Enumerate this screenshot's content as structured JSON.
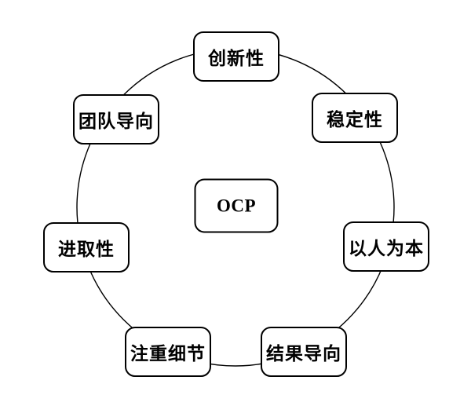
{
  "diagram": {
    "center": {
      "label": "OCP"
    },
    "nodes": [
      {
        "label": "创新性"
      },
      {
        "label": "稳定性"
      },
      {
        "label": "以人为本"
      },
      {
        "label": "结果导向"
      },
      {
        "label": "注重细节"
      },
      {
        "label": "进取性"
      },
      {
        "label": "团队导向"
      }
    ],
    "colors": {
      "background": "#ffffff",
      "node_fill": "#ffffff",
      "node_border": "#000000",
      "connector": "#000000",
      "text": "#000000"
    }
  }
}
